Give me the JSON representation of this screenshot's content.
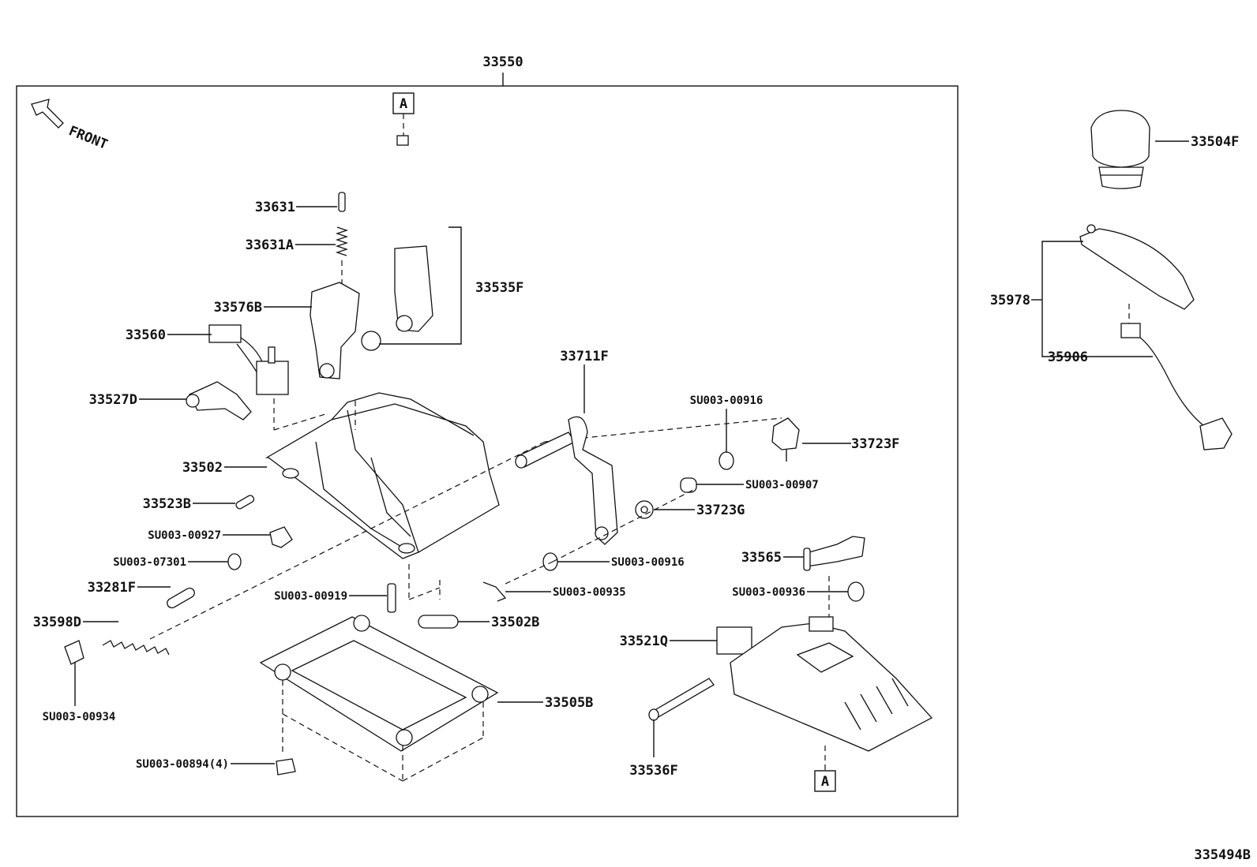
{
  "diagram_id": "335494B",
  "assembly_label": "33550",
  "direction": {
    "label": "FRONT",
    "icon": "front-arrow-icon"
  },
  "ref_marker": "A",
  "parts": [
    {
      "id": "33504F"
    },
    {
      "id": "35978"
    },
    {
      "id": "35906"
    },
    {
      "id": "33631"
    },
    {
      "id": "33631A"
    },
    {
      "id": "33535F"
    },
    {
      "id": "33576B"
    },
    {
      "id": "33560"
    },
    {
      "id": "33711F"
    },
    {
      "id": "33527D"
    },
    {
      "id": "SU003-00916"
    },
    {
      "id": "33723F"
    },
    {
      "id": "33502"
    },
    {
      "id": "SU003-00907"
    },
    {
      "id": "33523B"
    },
    {
      "id": "33723G"
    },
    {
      "id": "SU003-00927"
    },
    {
      "id": "SU003-07301"
    },
    {
      "id": "SU003-00916"
    },
    {
      "id": "33565"
    },
    {
      "id": "33281F"
    },
    {
      "id": "SU003-00919"
    },
    {
      "id": "SU003-00935"
    },
    {
      "id": "SU003-00936"
    },
    {
      "id": "33598D"
    },
    {
      "id": "33502B"
    },
    {
      "id": "33521Q"
    },
    {
      "id": "33505B"
    },
    {
      "id": "SU003-00934"
    },
    {
      "id": "SU003-00894(4)"
    },
    {
      "id": "33536F"
    }
  ]
}
